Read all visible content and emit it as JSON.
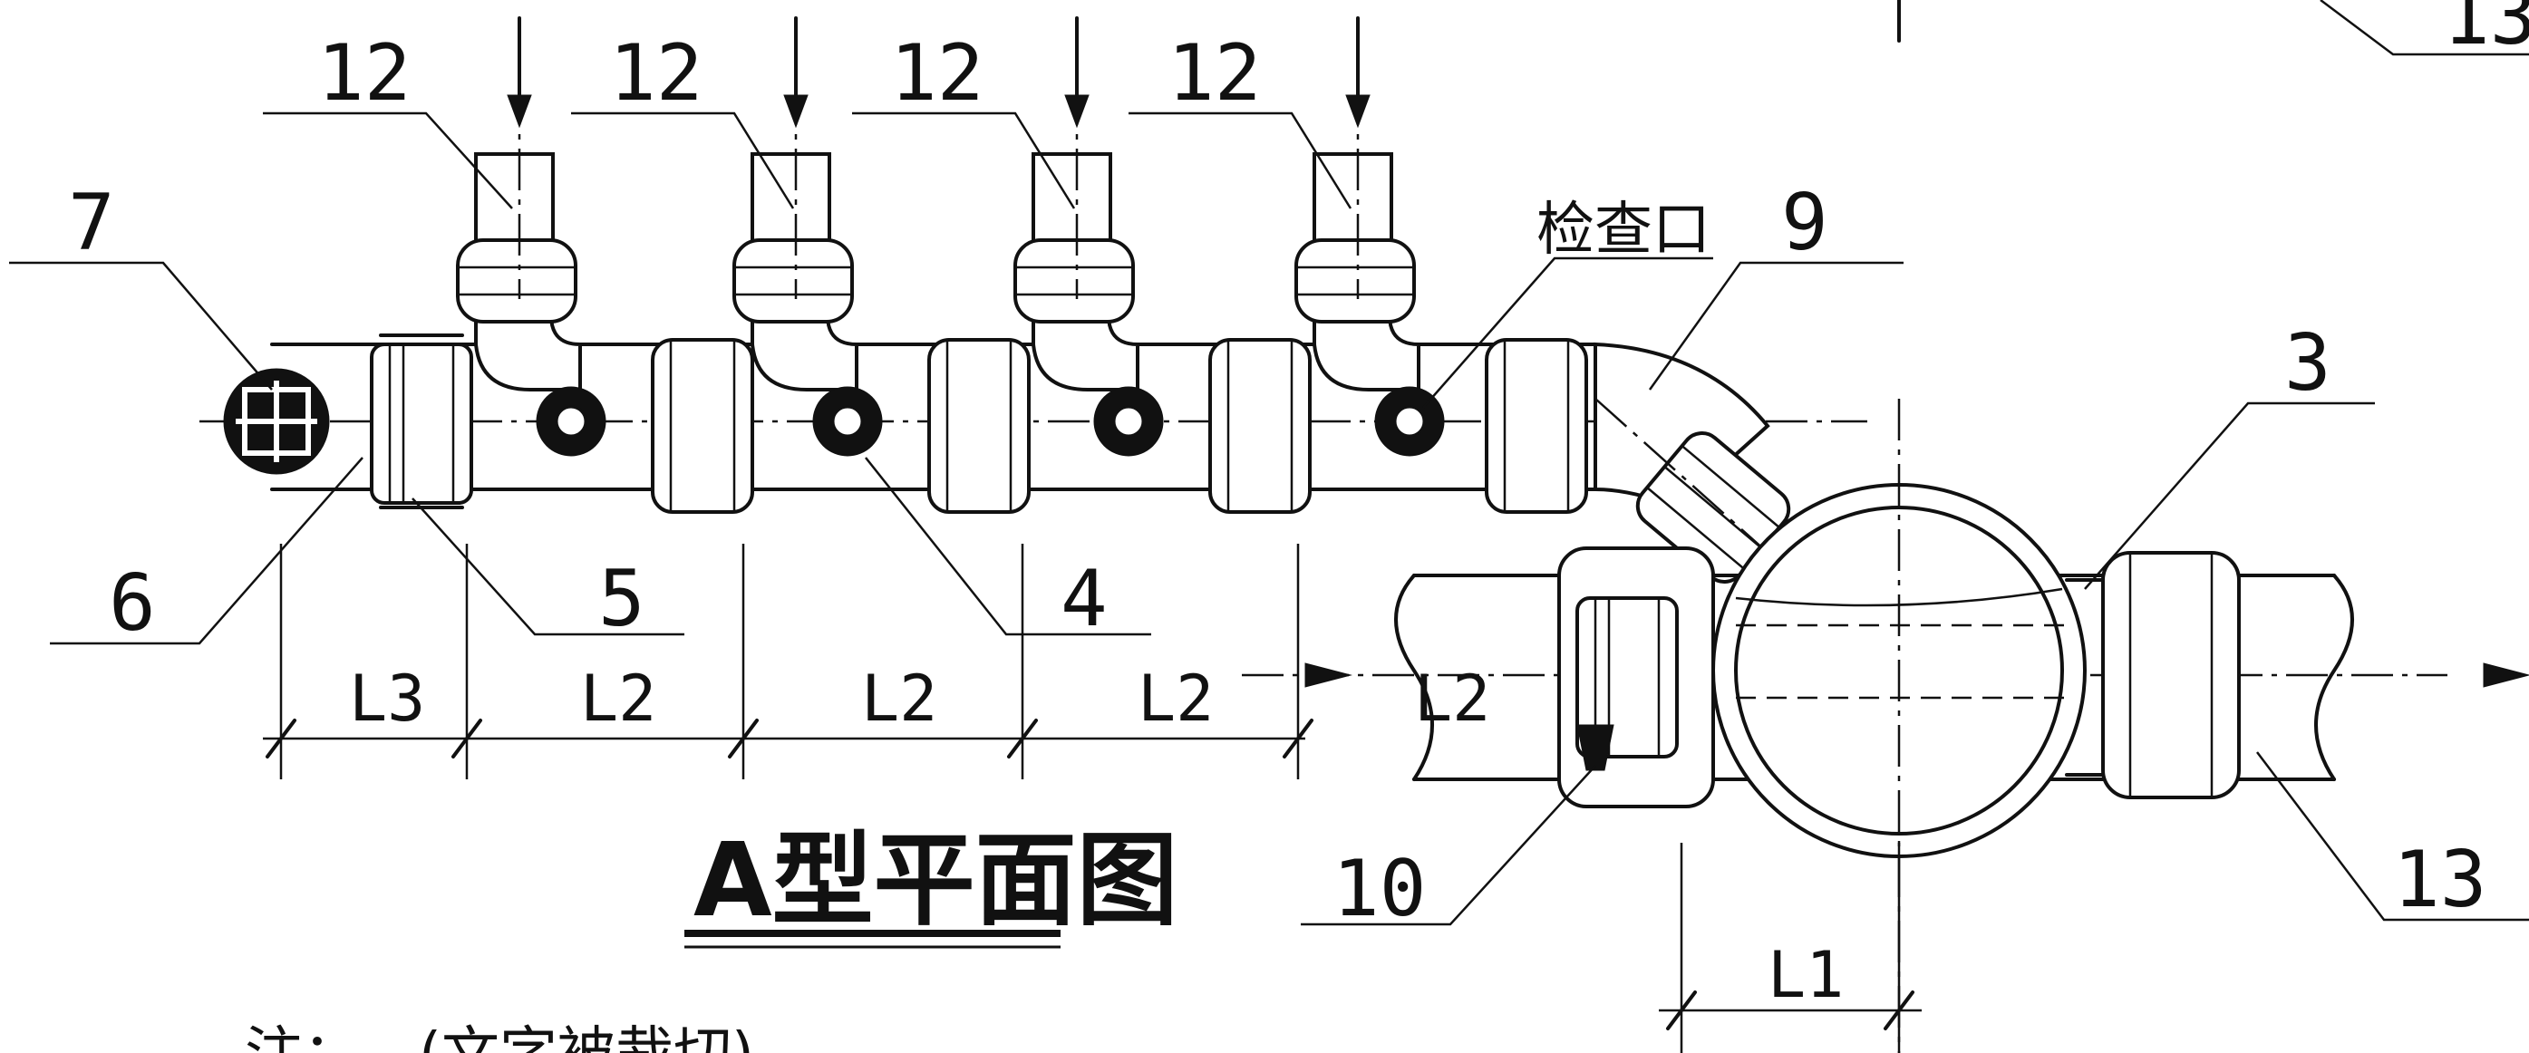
{
  "labels": {
    "c12": "12",
    "c13": "13",
    "c7": "7",
    "c6": "6",
    "c5": "5",
    "c4": "4",
    "c3": "3",
    "c9": "9",
    "c10": "10",
    "inspection": "检查口"
  },
  "dimensions": {
    "L1": "L1",
    "L2": "L2",
    "L3": "L3"
  },
  "title": "A型平面图",
  "footer_fragment": "注：…(文字被裁切)"
}
